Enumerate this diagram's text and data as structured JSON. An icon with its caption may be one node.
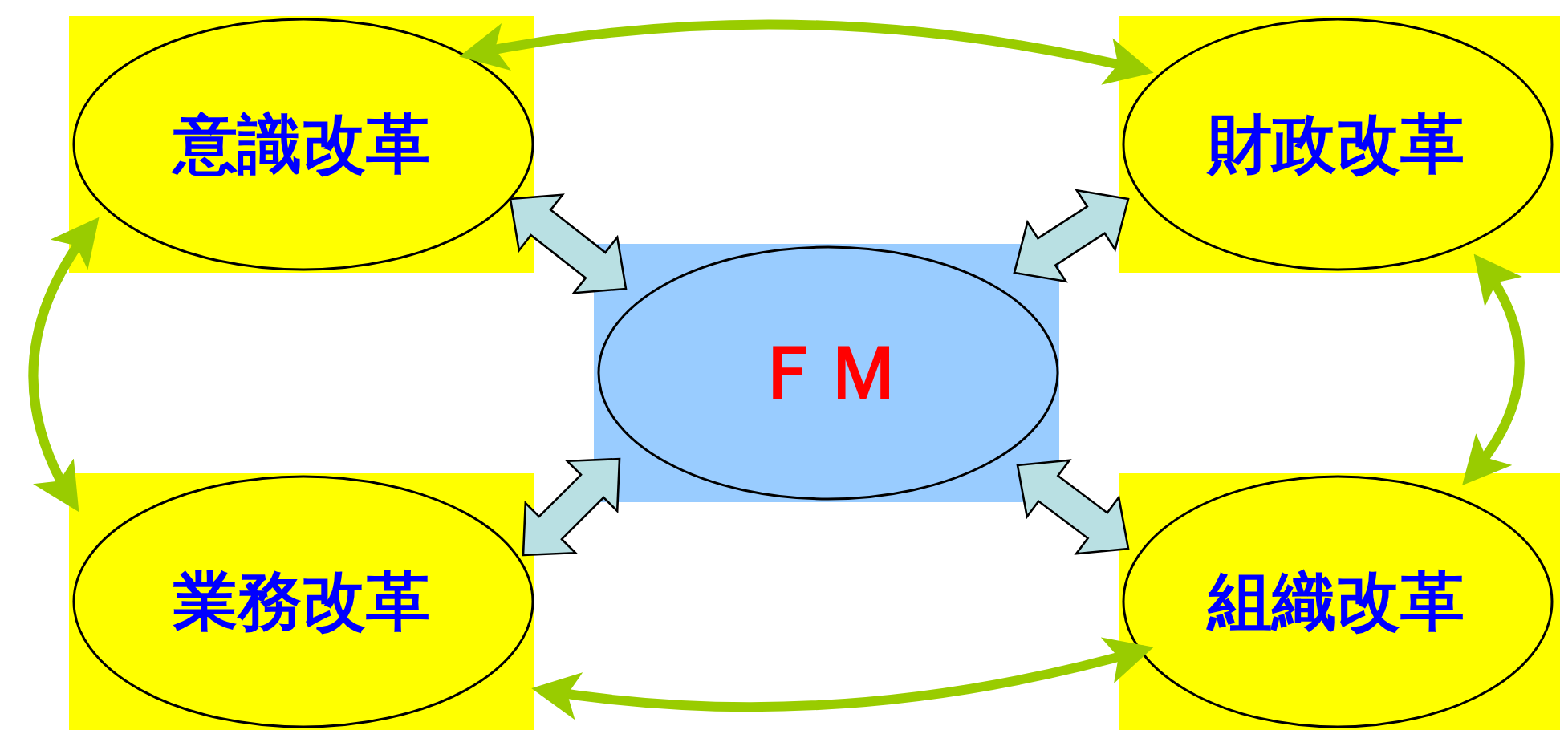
{
  "diagram": {
    "nodes": [
      {
        "text": [
          "意識改革"
        ]
      },
      {
        "text": [
          "財政改革"
        ]
      },
      {
        "text": [
          "ＦＭ"
        ]
      },
      {
        "text": [
          "業務改革"
        ]
      },
      {
        "text": [
          "組織改革"
        ]
      }
    ],
    "edges": [
      {
        "from": 0,
        "to": 1,
        "arrow": "both",
        "color": "#99cc00"
      },
      {
        "from": 0,
        "to": 3,
        "arrow": "both",
        "color": "#99cc00"
      },
      {
        "from": 1,
        "to": 4,
        "arrow": "both",
        "color": "#99cc00"
      },
      {
        "from": 3,
        "to": 4,
        "arrow": "both",
        "color": "#99cc00"
      },
      {
        "from": 0,
        "to": 2,
        "arrow": "both",
        "style": "thick",
        "color": "#b9e0e3"
      },
      {
        "from": 1,
        "to": 2,
        "arrow": "both",
        "style": "thick",
        "color": "#b9e0e3"
      },
      {
        "from": 3,
        "to": 2,
        "arrow": "both",
        "style": "thick",
        "color": "#b9e0e3"
      },
      {
        "from": 4,
        "to": 2,
        "arrow": "both",
        "style": "thick",
        "color": "#b9e0e3"
      }
    ]
  }
}
